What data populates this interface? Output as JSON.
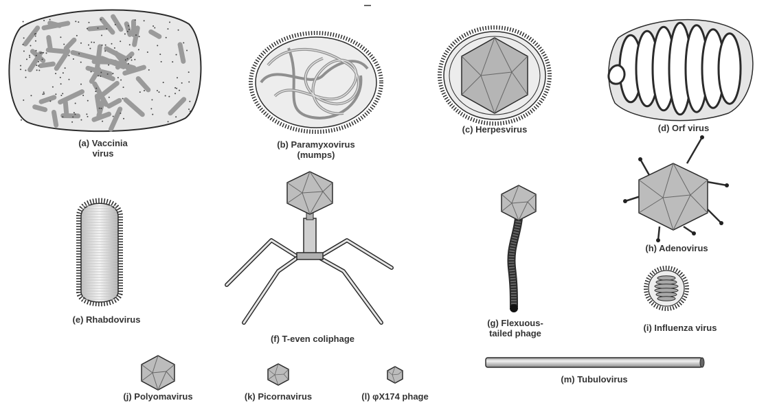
{
  "colors": {
    "outline": "#2b2b2b",
    "fill_light": "#e4e4e4",
    "fill_mid": "#bdbdbd",
    "fill_dark": "#8f8f8f",
    "label": "#333333"
  },
  "labels": {
    "a": [
      "(a) Vaccinia",
      "virus"
    ],
    "b": [
      "(b) Paramyxovirus",
      "(mumps)"
    ],
    "c": [
      "(c) Herpesvirus"
    ],
    "d": [
      "(d) Orf virus"
    ],
    "e": [
      "(e) Rhabdovirus"
    ],
    "f": [
      "(f) T-even coliphage"
    ],
    "g": [
      "(g) Flexuous-",
      "tailed phage"
    ],
    "h": [
      "(h) Adenovirus"
    ],
    "i": [
      "(i) Influenza virus"
    ],
    "j": [
      "(j) Polyomavirus"
    ],
    "k": [
      "(k) Picornavirus"
    ],
    "l": [
      "(l) φX174 phage"
    ],
    "m": [
      "(m) Tubulovirus"
    ]
  }
}
